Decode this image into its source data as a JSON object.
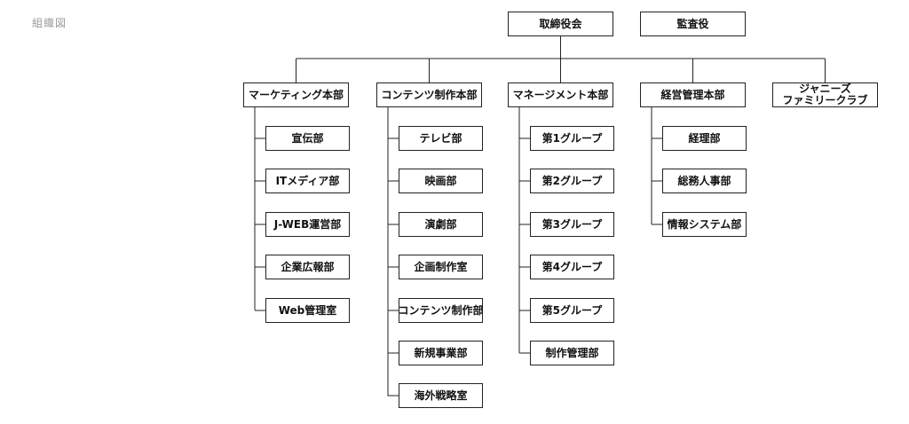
{
  "title": "組織図",
  "top": {
    "board": "取締役会",
    "auditor": "監査役"
  },
  "divisions": [
    {
      "name": "マーケティング本部",
      "children": [
        "宣伝部",
        "ITメディア部",
        "J-WEB運営部",
        "企業広報部",
        "Web管理室"
      ]
    },
    {
      "name": "コンテンツ制作本部",
      "children": [
        "テレビ部",
        "映画部",
        "演劇部",
        "企画制作室",
        "コンテンツ制作部",
        "新規事業部",
        "海外戦略室"
      ]
    },
    {
      "name": "マネージメント本部",
      "children": [
        "第1グループ",
        "第2グループ",
        "第3グループ",
        "第4グループ",
        "第5グループ",
        "制作管理部"
      ]
    },
    {
      "name": "経営管理本部",
      "children": [
        "経理部",
        "総務人事部",
        "情報システム部"
      ]
    },
    {
      "name": "ジャニーズ\nファミリークラブ",
      "children": []
    }
  ]
}
